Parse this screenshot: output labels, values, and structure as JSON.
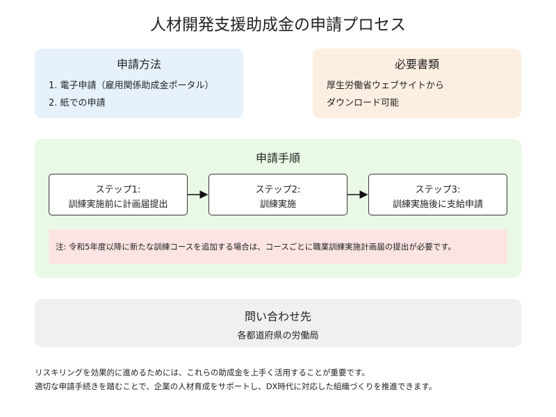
{
  "title": "人材開発支援助成金の申請プロセス",
  "method": {
    "heading": "申請方法",
    "items": [
      "1. 電子申請（雇用関係助成金ポータル）",
      "2. 紙での申請"
    ]
  },
  "documents": {
    "heading": "必要書類",
    "lines": [
      "厚生労働省ウェブサイトから",
      "ダウンロード可能"
    ]
  },
  "procedure": {
    "heading": "申請手順",
    "steps": [
      {
        "title": "ステップ1:",
        "desc": "訓練実施前に計画届提出"
      },
      {
        "title": "ステップ2:",
        "desc": "訓練実施"
      },
      {
        "title": "ステップ3:",
        "desc": "訓練実施後に支給申請"
      }
    ],
    "note": "注: 令和5年度以降に新たな訓練コースを追加する場合は、コースごとに職業訓練実施計画届の提出が必要です。"
  },
  "contact": {
    "heading": "問い合わせ先",
    "text": "各都道府県の労働局"
  },
  "footer": [
    "リスキリングを効果的に進めるためには、これらの助成金を上手く活用することが重要です。",
    "適切な申請手続きを踏むことで、企業の人材育成をサポートし、DX時代に対応した組織づくりを推進できます。"
  ],
  "colors": {
    "method_bg": "#e6f1fc",
    "documents_bg": "#fdeee2",
    "procedure_bg": "#e9f9e6",
    "note_bg": "#fce4e4",
    "contact_bg": "#f0f0f0"
  }
}
